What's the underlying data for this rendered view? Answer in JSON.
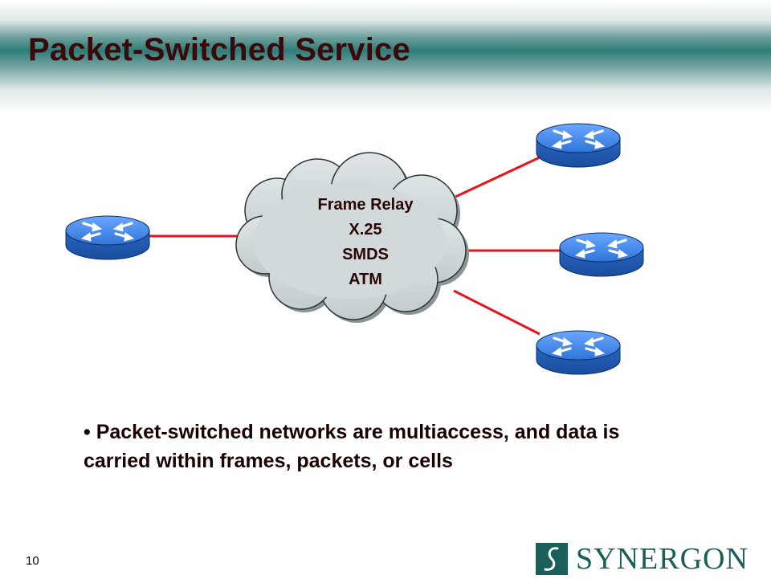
{
  "slide": {
    "title": "Packet-Switched Service",
    "page_number": "10"
  },
  "cloud": {
    "lines": [
      "Frame Relay",
      "X.25",
      "SMDS",
      "ATM"
    ],
    "color": "#cdd5d6"
  },
  "link_color": "#e8141c",
  "router_color": "#3b82e0",
  "bullet": {
    "text": "Packet-switched networks are multiaccess, and data is carried within frames, packets, or cells"
  },
  "logo": {
    "text": "SYNERGON",
    "color": "#1a5f59"
  }
}
